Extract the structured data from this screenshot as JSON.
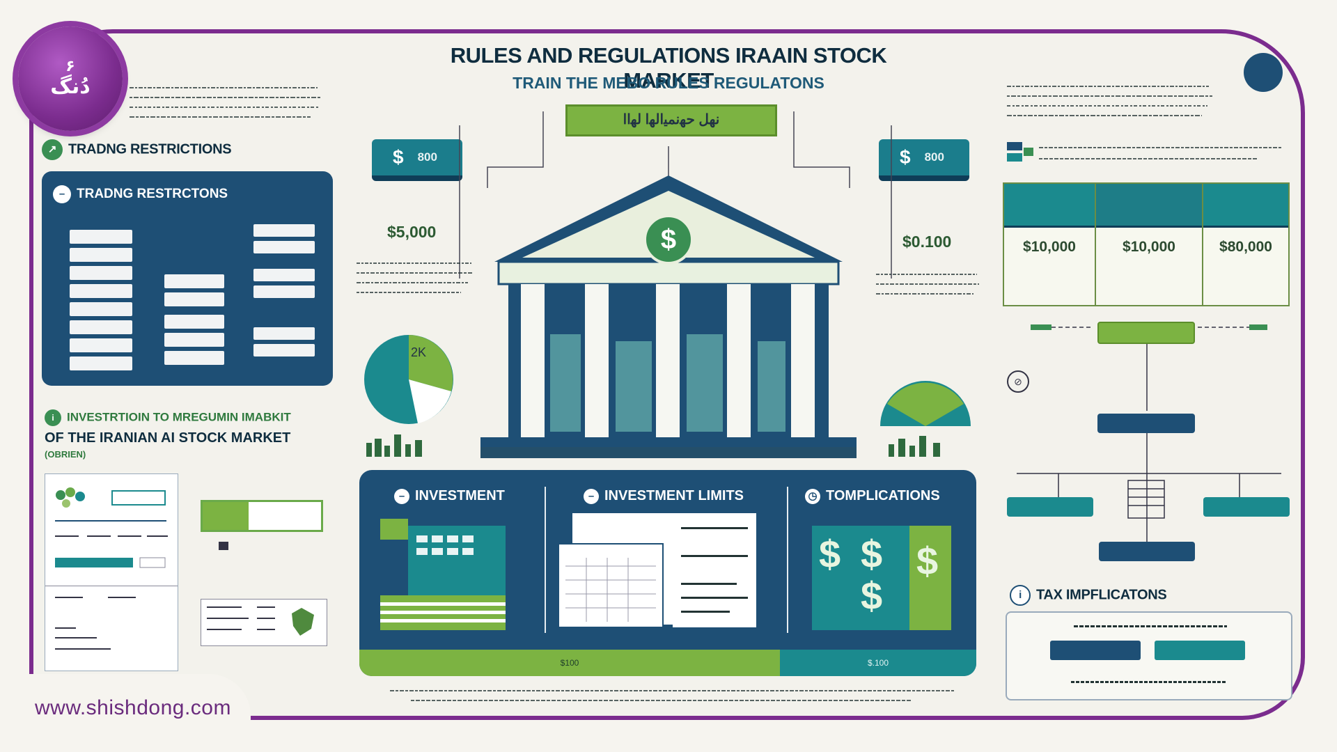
{
  "header": {
    "title": "RULES AND REGULATIONS IRAAIN STOCK MARKET",
    "subtitle": "TRAIN THE MEBO RULES REGULATONS"
  },
  "brand": {
    "seal_number": "۶",
    "seal_word": "دُنگ",
    "website": "www.shishdong.com",
    "accent": "#7b2c8e"
  },
  "left": {
    "section_title": "TRADNG RESTRICTIONS",
    "panel_title": "TRADNG RESTRCTONS",
    "invest_line1": "INVESTRTIOIN TO MREGUMIN IMABKIT",
    "invest_line2": "OF THE IRANIAN AI STOCK MARKET",
    "invest_tag": "(OBRIEN)"
  },
  "center": {
    "banner": "ﻧﻬﻞ ﺣﻬﻧﻤﻴﺍﻟﻬﺍ ﻟﻬﺍﺍ",
    "left_tag": {
      "symbol": "$",
      "value": "800"
    },
    "right_tag": {
      "symbol": "$",
      "value": "800"
    },
    "left_amount": "$5,000",
    "right_amount": "$0.100",
    "building_symbol": "$",
    "pie_label": "2K"
  },
  "bottom": {
    "col1": "INVESTMENT",
    "col2": "INVESTMENT LIMITS",
    "col3": "TOMPLICATIONS",
    "foot_left": "$100",
    "foot_right": "$.100"
  },
  "right": {
    "tiers": [
      "$10,000",
      "$10,000",
      "$80,000"
    ],
    "tax_title": "TAX IMPFLICATONS"
  }
}
